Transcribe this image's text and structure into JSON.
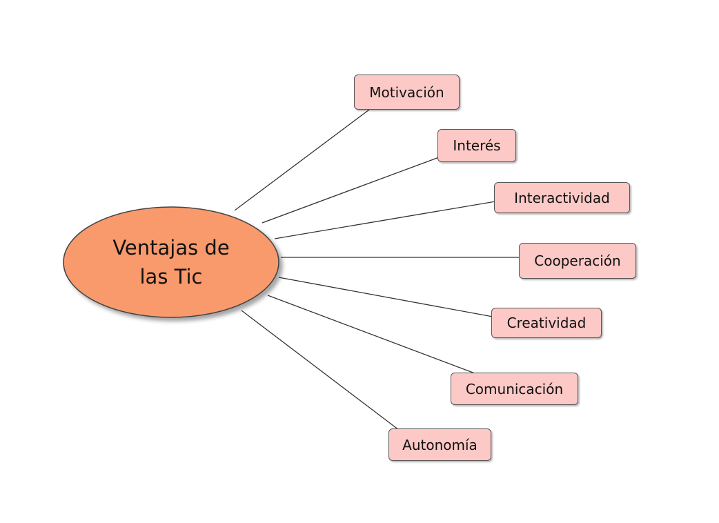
{
  "center": {
    "label_line1": "Ventajas de",
    "label_line2": "las Tic"
  },
  "branches": [
    {
      "label": "Motivación"
    },
    {
      "label": "Interés"
    },
    {
      "label": "Interactividad"
    },
    {
      "label": "Cooperación"
    },
    {
      "label": "Creatividad"
    },
    {
      "label": "Comunicación"
    },
    {
      "label": "Autonomía"
    }
  ],
  "colors": {
    "center_fill": "#f99a6c",
    "node_fill": "#fcc9c6",
    "border": "#555555",
    "connector": "#333333"
  }
}
